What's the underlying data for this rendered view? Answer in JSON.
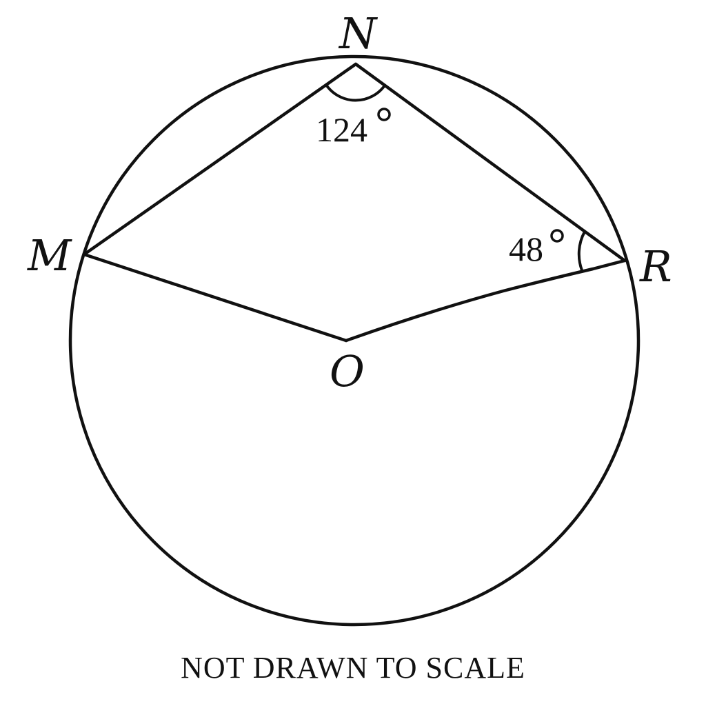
{
  "points": {
    "N": "N",
    "M": "M",
    "R": "R",
    "O": "O"
  },
  "angles": {
    "N": {
      "value": "124",
      "unit": "°"
    },
    "R": {
      "value": "48",
      "unit": "°"
    }
  },
  "caption": "NOT DRAWN TO SCALE"
}
